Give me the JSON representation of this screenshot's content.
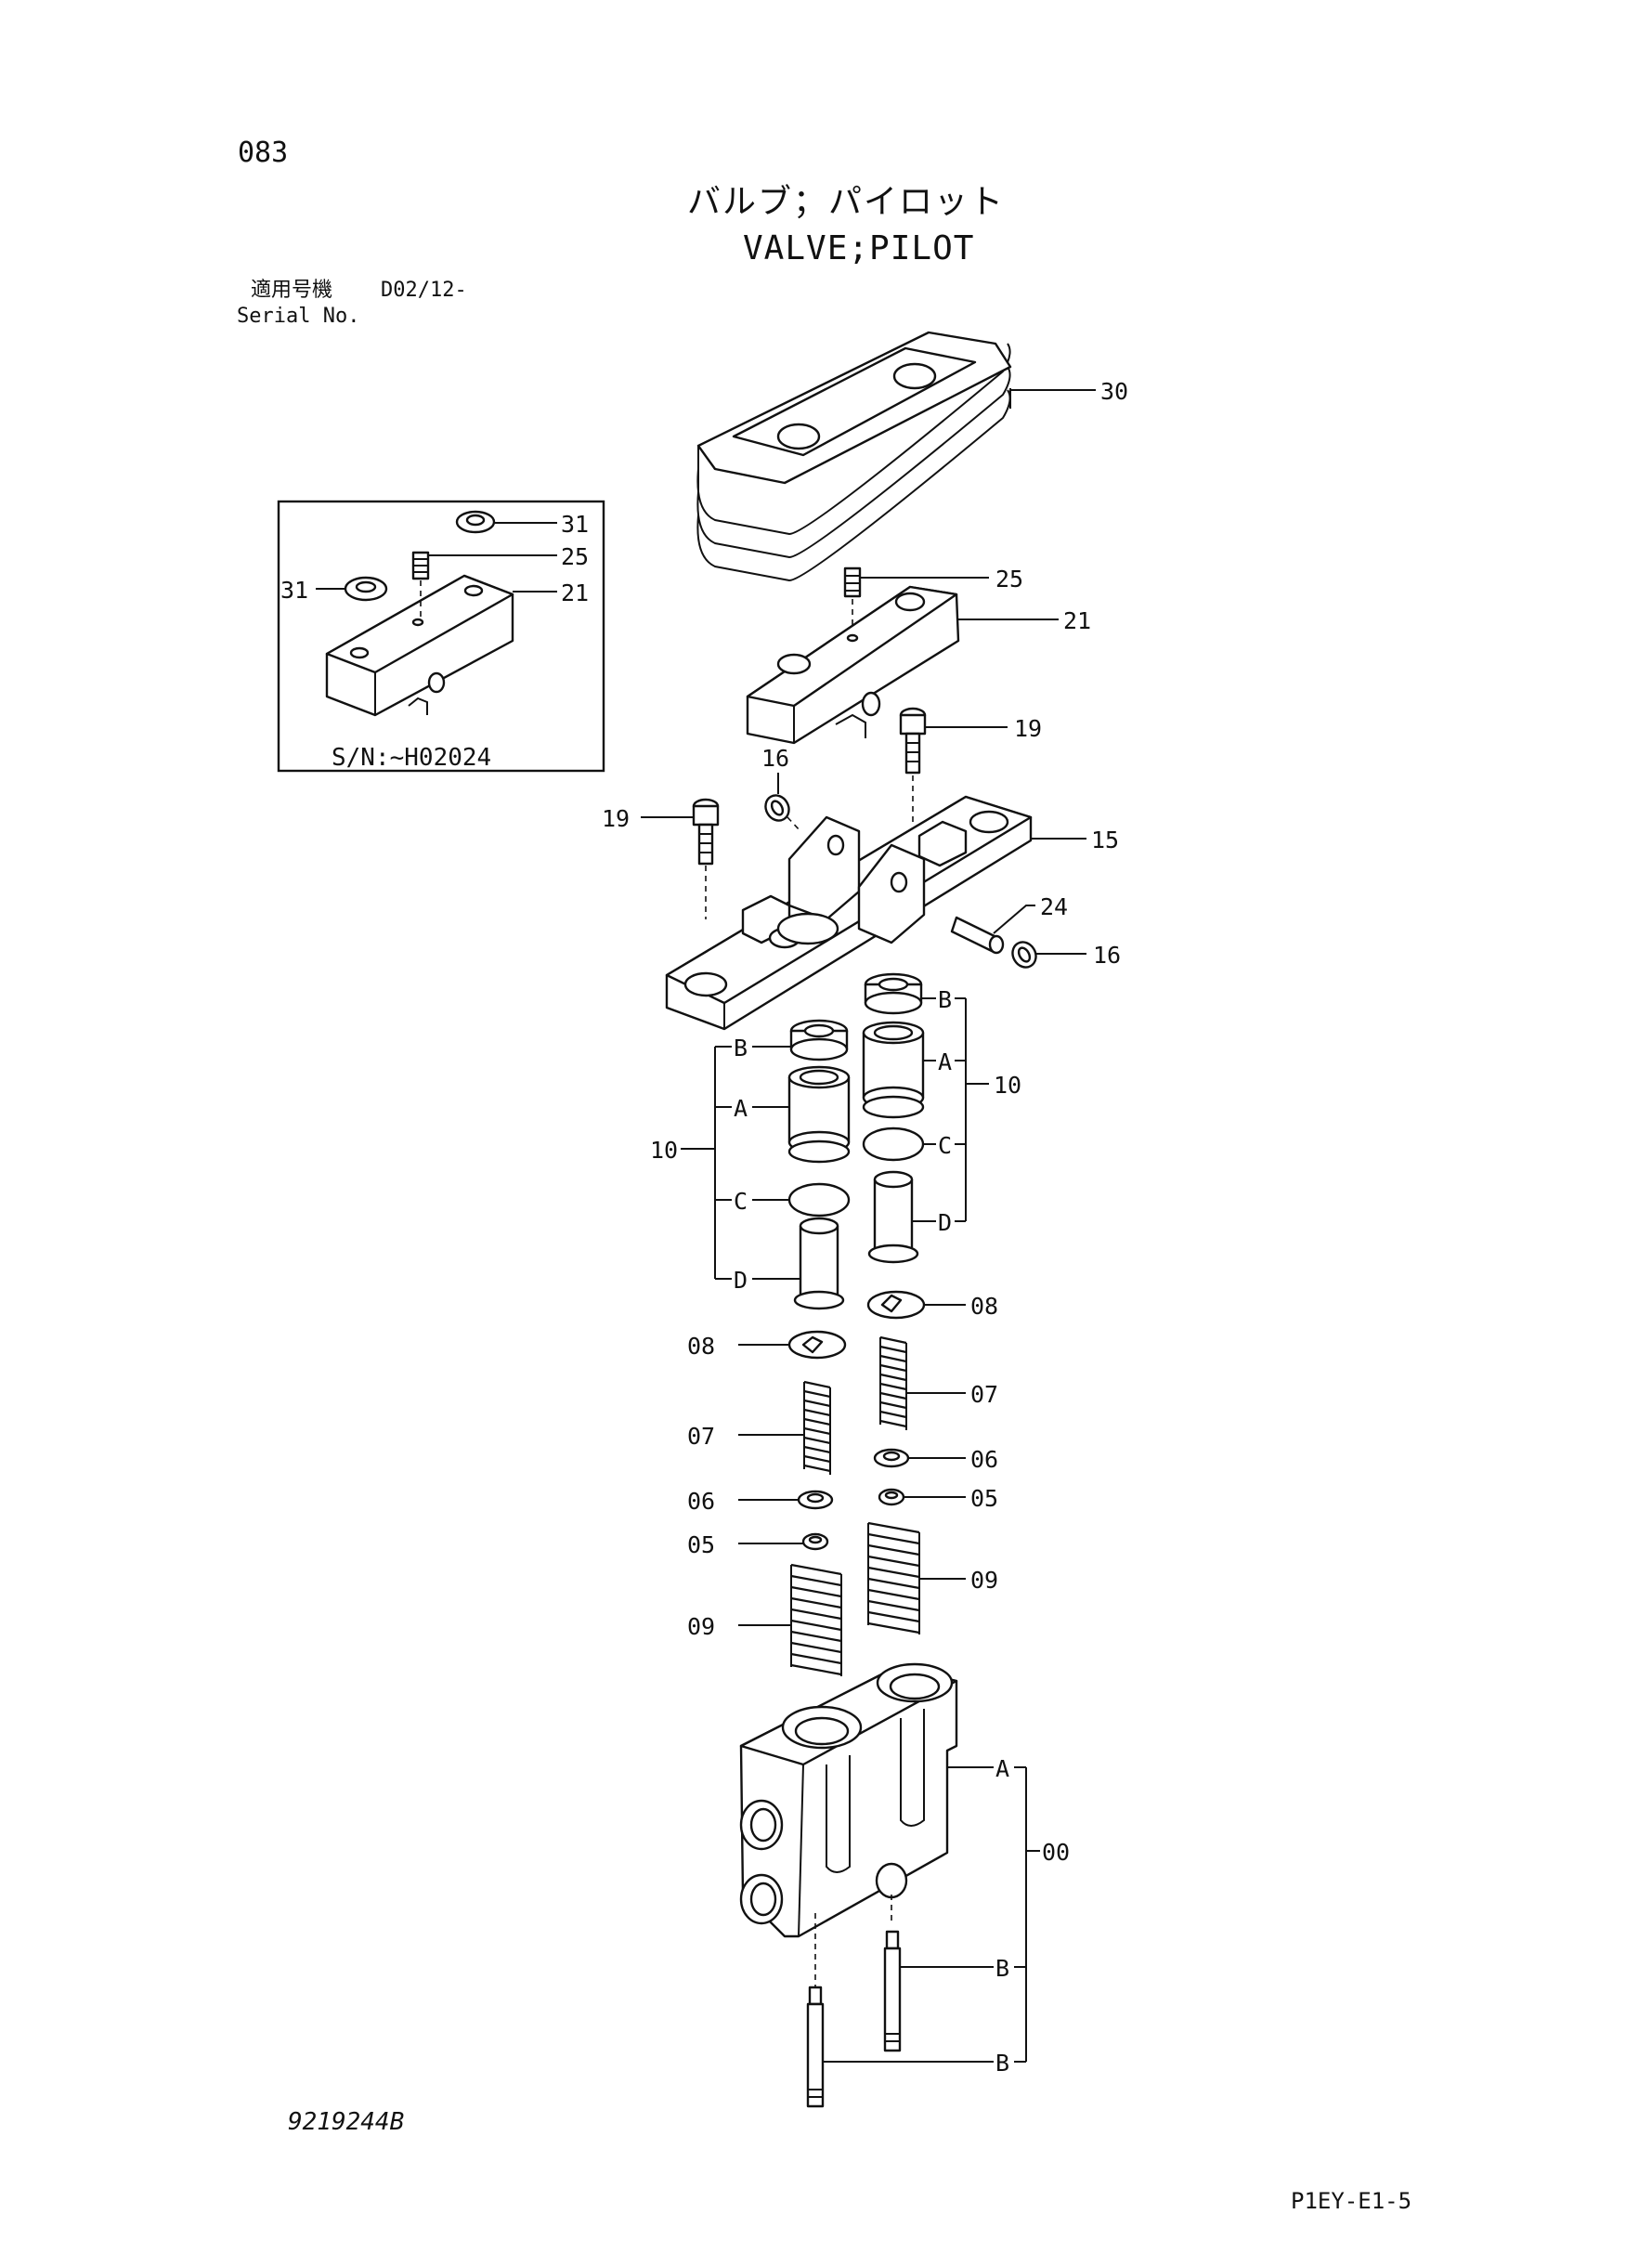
{
  "header": {
    "page_number": "083",
    "title_jp": "バルブ；パイロット",
    "title_en": "VALVE;PILOT",
    "serial_jp": "適用号機",
    "serial_value": "D02/12-",
    "serial_en": "Serial No."
  },
  "inset": {
    "caption": "S/N:~H02024",
    "callouts": [
      "31",
      "25",
      "31",
      "21"
    ]
  },
  "callouts": {
    "c30": "30",
    "c25": "25",
    "c21": "21",
    "c19a": "19",
    "c16a": "16",
    "c19b": "19",
    "c15": "15",
    "c24": "24",
    "c16b": "16",
    "c10L": "10",
    "c10R": "10",
    "cBL": "B",
    "cAL": "A",
    "cCL": "C",
    "cDL": "D",
    "cBR": "B",
    "cAR": "A",
    "cCR": "C",
    "cDR": "D",
    "c08R": "08",
    "c08L": "08",
    "c07R": "07",
    "c07L": "07",
    "c06R": "06",
    "c06L": "06",
    "c05R": "05",
    "c05L": "05",
    "c09R": "09",
    "c09L": "09",
    "c00": "00",
    "c00A": "A",
    "c00B1": "B",
    "c00B2": "B"
  },
  "footer": {
    "drawing_number": "9219244B",
    "page_code": "P1EY-E1-5"
  }
}
